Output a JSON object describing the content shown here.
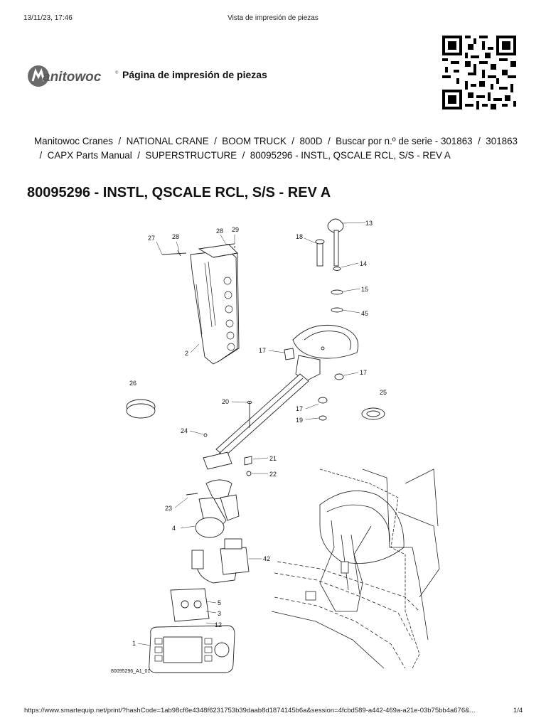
{
  "header": {
    "datetime": "13/11/23, 17:46",
    "window_title": "Vista de impresión de piezas"
  },
  "brand": {
    "logo_text": "Manitowoc",
    "page_heading": "Página de impresión de piezas"
  },
  "breadcrumb": {
    "items": [
      "Manitowoc Cranes",
      "NATIONAL CRANE",
      "BOOM TRUCK",
      "800D",
      "Buscar por n.º de serie - 301863",
      "301863",
      "CAPX Parts Manual",
      "SUPERSTRUCTURE",
      "80095296 - INSTL, QSCALE RCL, S/S - REV A"
    ],
    "separator": "/"
  },
  "title": "80095296 - INSTL, QSCALE RCL, S/S - REV A",
  "diagram": {
    "reference": "80095296_A1_01",
    "callouts": [
      "27",
      "28",
      "28",
      "29",
      "18",
      "13",
      "14",
      "15",
      "45",
      "2",
      "17",
      "17",
      "26",
      "20",
      "25",
      "17",
      "19",
      "24",
      "21",
      "22",
      "23",
      "4",
      "42",
      "5",
      "3",
      "12",
      "1"
    ]
  },
  "footer": {
    "url": "https://www.smartequip.net/print/?hashCode=1ab98cf6e4348f6231753b39daab8d1874145b6a&session=4fcbd589-a442-469a-a21e-03b75bb4a676&...",
    "page": "1/4"
  }
}
